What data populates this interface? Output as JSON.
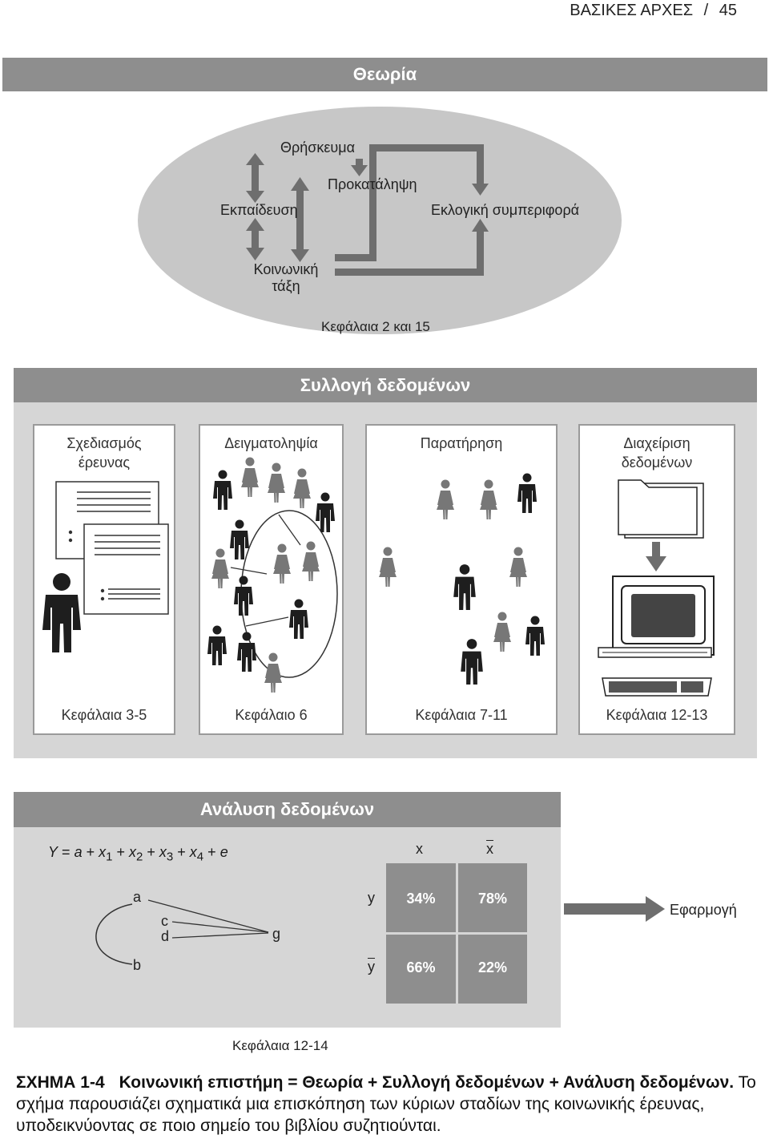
{
  "header": {
    "running_title": "ΒΑΣΙΚΕΣ ΑΡΧΕΣ",
    "separator": "/",
    "page_number": "45"
  },
  "theory": {
    "title": "Θεωρία",
    "concepts": {
      "religion": "Θρήσκευμα",
      "prejudice": "Προκατάληψη",
      "education": "Εκπαίδευση",
      "voting": "Εκλογική συμπεριφορά",
      "social_class_1": "Κοινωνική",
      "social_class_2": "τάξη"
    },
    "chapters": "Κεφάλαια 2 και 15"
  },
  "data_collection": {
    "title": "Συλλογή δεδομένων",
    "stages": [
      {
        "title_1": "Σχεδιασμός",
        "title_2": "έρευνας",
        "caption": "Κεφάλαια 3-5"
      },
      {
        "title_1": "Δειγματοληψία",
        "title_2": "",
        "caption": "Κεφάλαιο 6"
      },
      {
        "title_1": "Παρατήρηση",
        "title_2": "",
        "caption": "Κεφάλαια 7-11"
      },
      {
        "title_1": "Διαχείριση",
        "title_2": "δεδομένων",
        "caption": "Κεφάλαια 12-13"
      }
    ]
  },
  "data_analysis": {
    "title": "Ανάλυση δεδομένων",
    "equation": {
      "lhs": "Y",
      "eq": "=",
      "a": "a",
      "plus": "+",
      "x": "x",
      "sub1": "1",
      "sub2": "2",
      "sub3": "3",
      "sub4": "4",
      "e": "e"
    },
    "path_labels": {
      "a": "a",
      "b": "b",
      "c": "c",
      "d": "d",
      "g": "g"
    },
    "table": {
      "col_x": "x",
      "col_xbar": "x",
      "row_y": "y",
      "row_ybar": "y",
      "cells": [
        "34%",
        "78%",
        "66%",
        "22%"
      ]
    },
    "chapters": "Κεφάλαια 12-14",
    "application": "Εφαρμογή"
  },
  "figure_caption": {
    "figure_id": "ΣΧΗΜΑ 1-4",
    "title": "Κοινωνική επιστήμη = Θεωρία + Συλλογή δεδομένων + Ανάλυση δεδομένων.",
    "text": "Το σχήμα παρουσιάζει σχηματικά μια επισκόπηση των κύριων σταδίων της κοινωνικής έρευνας, υποδεικνύοντας σε ποιο σημείο του βιβλίου συζητιούνται."
  },
  "colors": {
    "bar": "#8e8e8e",
    "panel": "#d6d6d6",
    "ellipse": "#c7c7c7",
    "arrow": "#6e6e6e",
    "man": "#1e1e1e",
    "woman": "#777777",
    "table_cell": "#8e8e8e"
  },
  "icons": [
    "man-figure-icon",
    "woman-figure-icon",
    "document-icon",
    "folder-icon",
    "computer-icon",
    "arrow-icon"
  ]
}
